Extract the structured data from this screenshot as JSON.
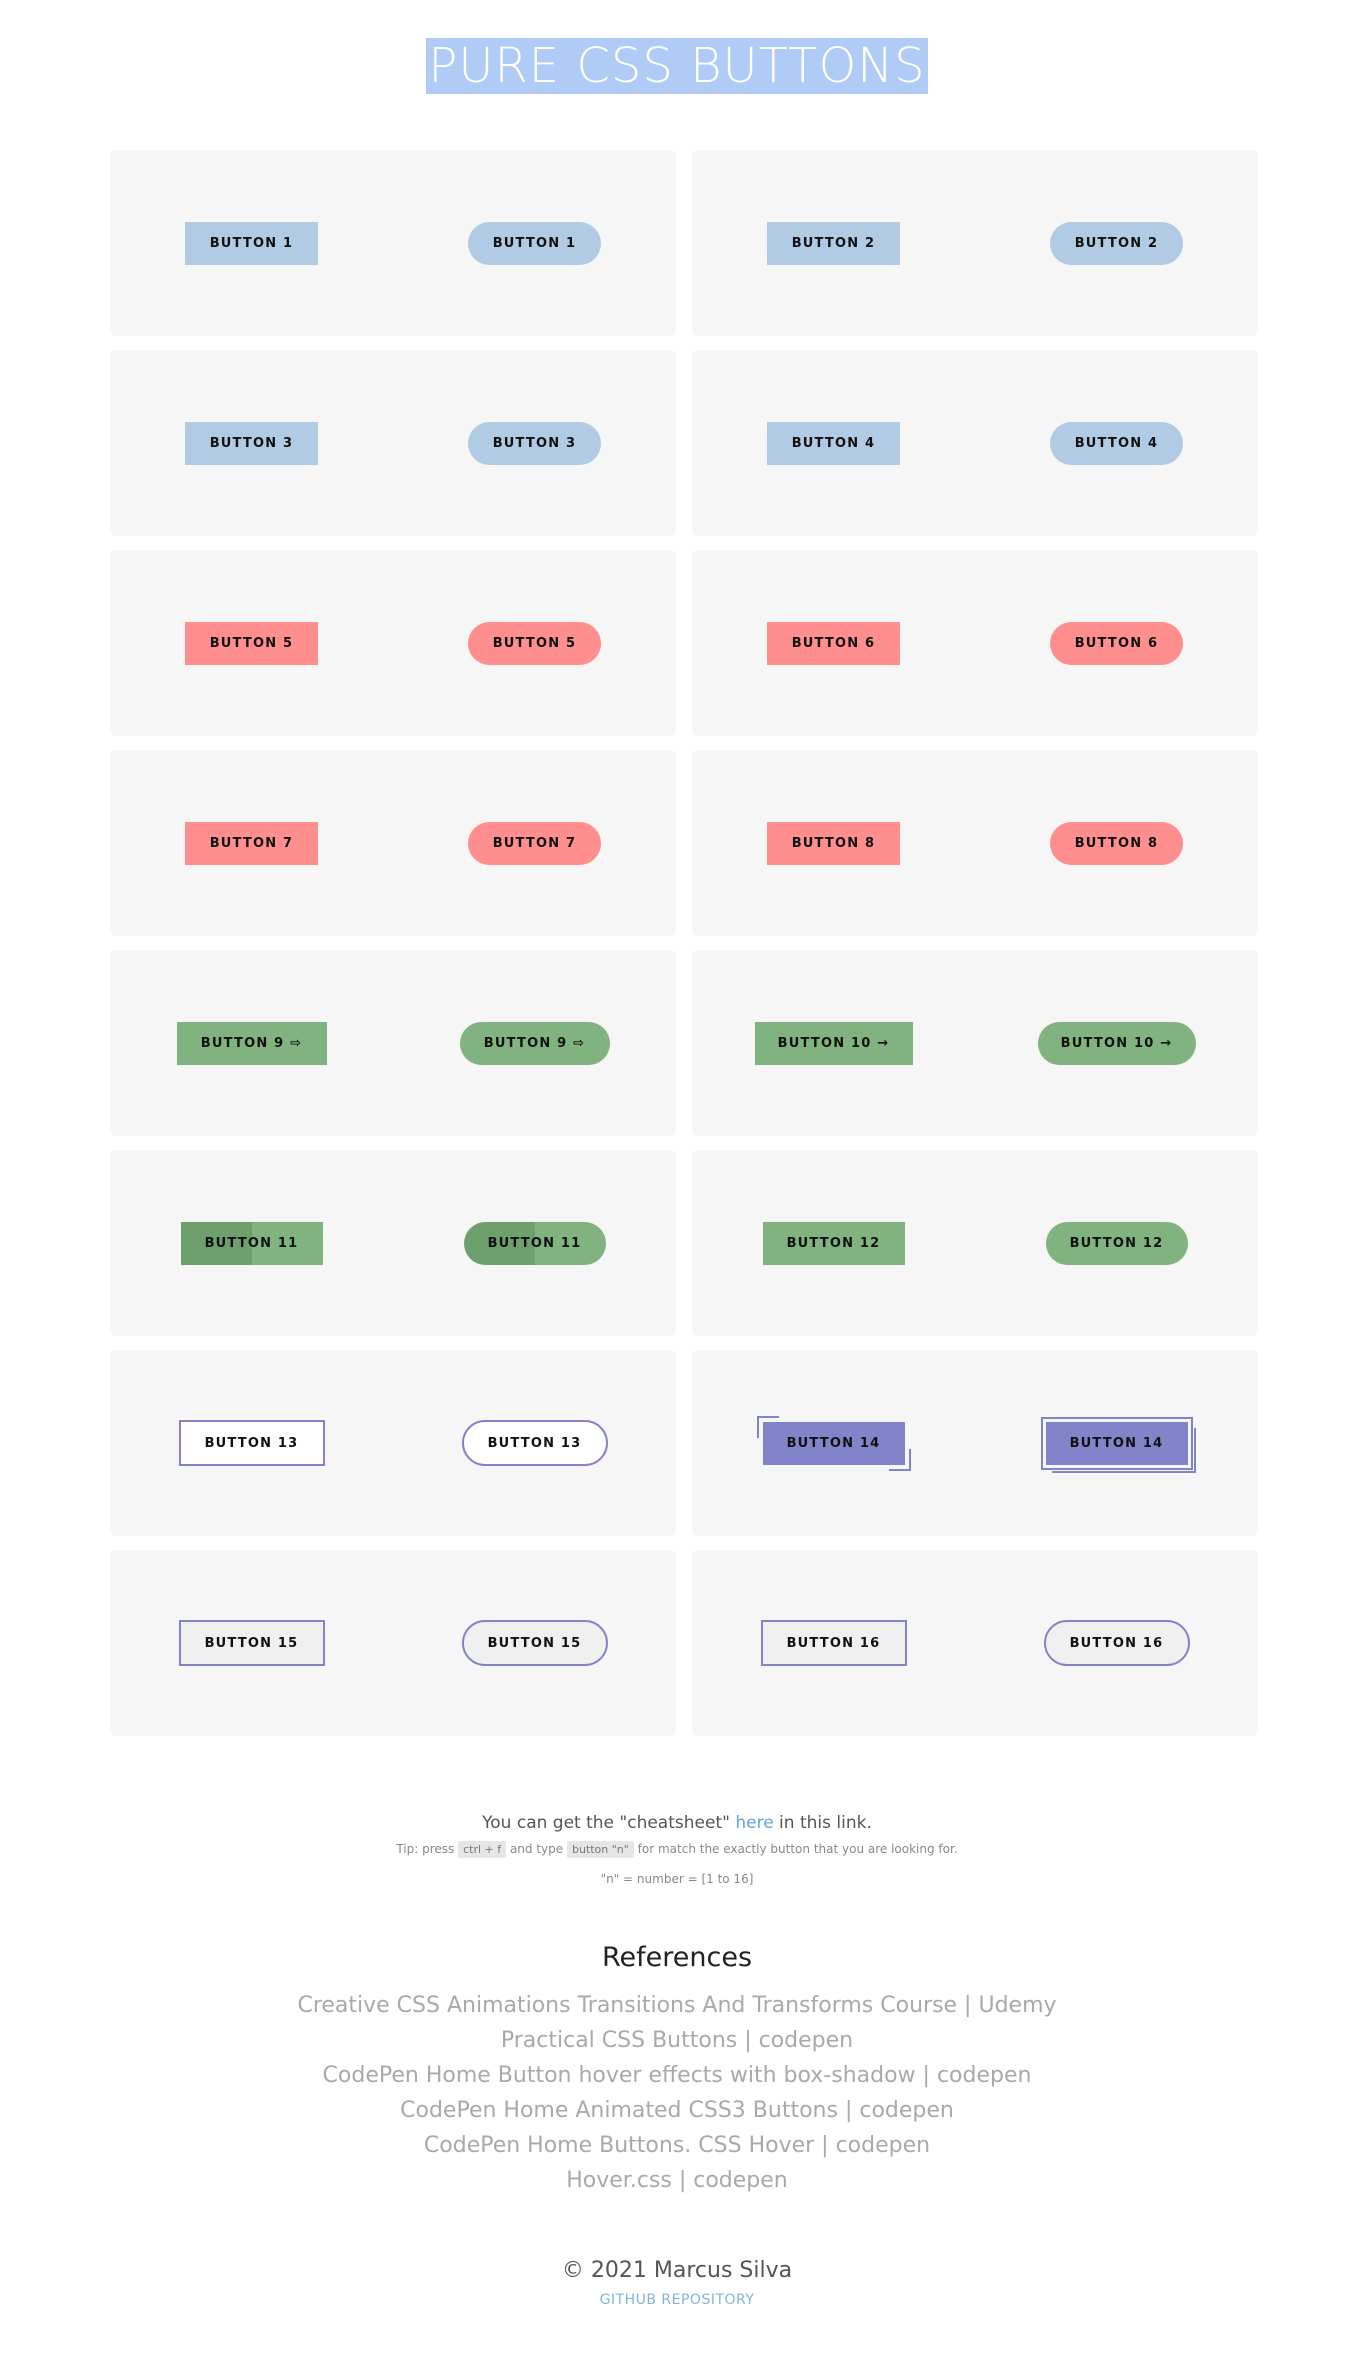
{
  "header": {
    "title": "PURE CSS BUTTONS"
  },
  "cards": [
    {
      "square": "BUTTON 1",
      "round": "BUTTON 1"
    },
    {
      "square": "BUTTON 2",
      "round": "BUTTON 2"
    },
    {
      "square": "BUTTON 3",
      "round": "BUTTON 3"
    },
    {
      "square": "BUTTON 4",
      "round": "BUTTON 4"
    },
    {
      "square": "BUTTON 5",
      "round": "BUTTON 5"
    },
    {
      "square": "BUTTON 6",
      "round": "BUTTON 6"
    },
    {
      "square": "BUTTON 7",
      "round": "BUTTON 7"
    },
    {
      "square": "BUTTON 8",
      "round": "BUTTON 8"
    },
    {
      "square": "BUTTON 9 ⇨",
      "round": "BUTTON 9 ⇨"
    },
    {
      "square": "BUTTON 10 →",
      "round": "BUTTON 10 →"
    },
    {
      "square": "BUTTON 11",
      "round": "BUTTON 11"
    },
    {
      "square": "BUTTON 12",
      "round": "BUTTON 12"
    },
    {
      "square": "BUTTON 13",
      "round": "BUTTON 13"
    },
    {
      "square": "BUTTON 14",
      "round": "BUTTON 14"
    },
    {
      "square": "BUTTON 15",
      "round": "BUTTON 15"
    },
    {
      "square": "BUTTON 16",
      "round": "BUTTON 16"
    }
  ],
  "colors": {
    "blue": "#b2cbe4",
    "red": "#ff8f8f",
    "green": "#81b380",
    "purple": "#8383ca",
    "title_highlight": "#b1cbf7",
    "link": "#62a5d8"
  },
  "cheatsheet": {
    "prefix": "You can get the \"cheatsheet\" ",
    "link_text": "here",
    "suffix": " in this link.",
    "tip_prefix": "Tip: press ",
    "tip_key": "ctrl + f",
    "tip_middle": " and type ",
    "tip_term": "button \"n\"",
    "tip_suffix": " for match the exactly button that you are looking for.",
    "n_note": "\"n\" = number = [1 to 16]"
  },
  "references": {
    "title": "References",
    "links": [
      "Creative CSS Animations Transitions And Transforms Course | Udemy",
      "Practical CSS Buttons | codepen",
      "CodePen Home Button hover effects with box-shadow | codepen",
      "CodePen Home Animated CSS3 Buttons | codepen",
      "CodePen Home Buttons. CSS Hover | codepen",
      "Hover.css | codepen"
    ]
  },
  "footer": {
    "copyright": "© 2021 Marcus Silva",
    "github": "GITHUB REPOSITORY"
  }
}
